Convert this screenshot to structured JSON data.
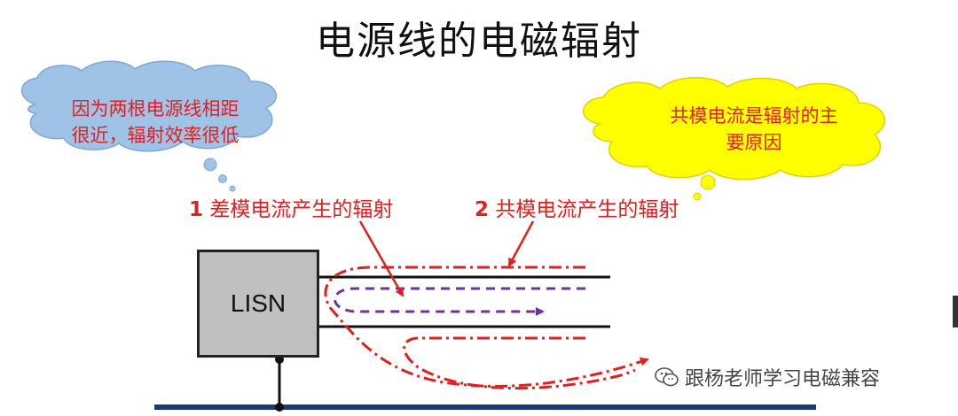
{
  "title": "电源线的电磁辐射",
  "cloud_left": {
    "line1": "因为两根电源线相距",
    "line2": "很近，辐射效率很低",
    "fill": "#9fc3e7"
  },
  "cloud_right": {
    "line1": "共模电流是辐射的主",
    "line2": "要原因",
    "fill": "#ffff00"
  },
  "label_1": {
    "number": "1",
    "text": " 差模电流产生的辐射"
  },
  "label_2": {
    "number": "2",
    "text": " 共模电流产生的辐射"
  },
  "lisn": {
    "label": "LISN"
  },
  "watermark": {
    "text": "跟杨老师学习电磁兼容",
    "icon": "wechat-icon"
  },
  "colors": {
    "differential_mode": "#7030a0",
    "common_mode": "#e02020",
    "ground": "#1f3a73",
    "text_red": "#e02020"
  }
}
